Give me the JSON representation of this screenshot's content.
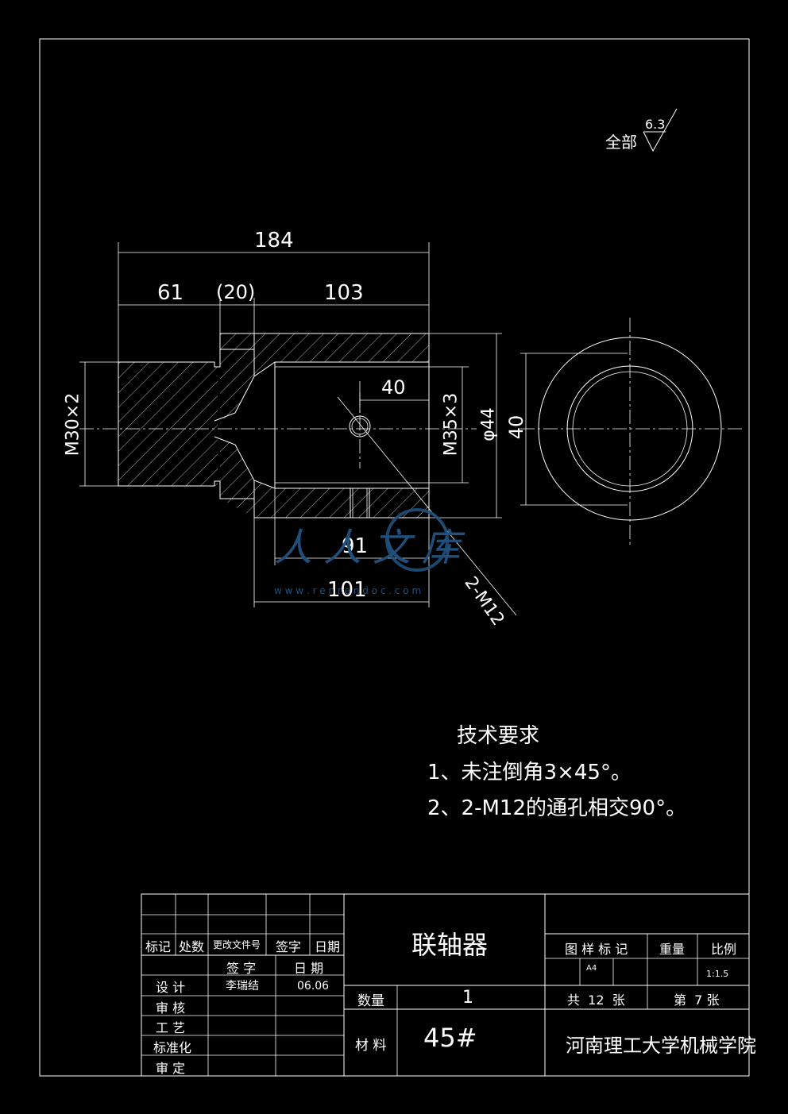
{
  "roughness": {
    "label": "全部",
    "value": "6.3"
  },
  "dimensions": {
    "overall_length": "184",
    "left_len": "61",
    "groove": "(20)",
    "right_len": "103",
    "thread_left": "M30×2",
    "thread_right": "M35×3",
    "outer_dia": "φ44",
    "hole_pos": "40",
    "bore_len": "91",
    "right_body_len": "101",
    "cross_hole": "2-M12",
    "end_view_dia": "40"
  },
  "watermark": {
    "text1": "人人文库",
    "url": "w w w . r e n r e n d o c . c o m"
  },
  "tech_req": {
    "title": "技术要求",
    "items": [
      "1、未注倒角3×45°。",
      "2、2-M12的通孔相交90°。"
    ]
  },
  "title_block": {
    "rev_headers": [
      "标记",
      "处数",
      "更改文件号",
      "签字",
      "日期"
    ],
    "sign_header": "签 字",
    "date_header": "日 期",
    "roles": [
      "设 计",
      "审 核",
      "工 艺",
      "标准化",
      "审 定"
    ],
    "designer": "李瑞结",
    "design_date": "06.06",
    "part_name": "联轴器",
    "qty_label": "数量",
    "qty_value": "1",
    "material_label": "材 料",
    "material_value": "45#",
    "drawing_mark_label": "图 样 标 记",
    "weight_label": "重量",
    "scale_label": "比例",
    "sheet_size": "A4",
    "scale_value": "1:1.5",
    "total_sheets": "共  12  张",
    "sheet_no": "第  7 张",
    "institution": "河南理工大学机械学院"
  }
}
